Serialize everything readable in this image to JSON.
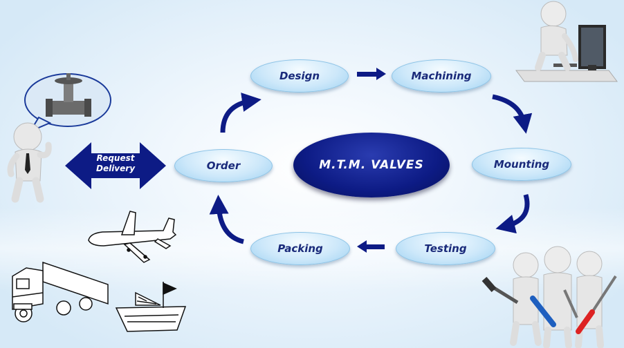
{
  "center_label": "M.T.M. VALVES",
  "steps": {
    "design": "Design",
    "machining": "Machining",
    "mounting": "Mounting",
    "testing": "Testing",
    "packing": "Packing",
    "order": "Order"
  },
  "request_delivery": [
    "Request",
    "Delivery"
  ],
  "colors": {
    "accent": "#0d1b85",
    "pill": "#cde8fa",
    "text": "#1a2a7a"
  },
  "icons": [
    "valve-icon",
    "customer-figure-icon",
    "computer-worker-icon",
    "workers-tools-icon",
    "airplane-icon",
    "truck-icon",
    "ship-icon"
  ]
}
